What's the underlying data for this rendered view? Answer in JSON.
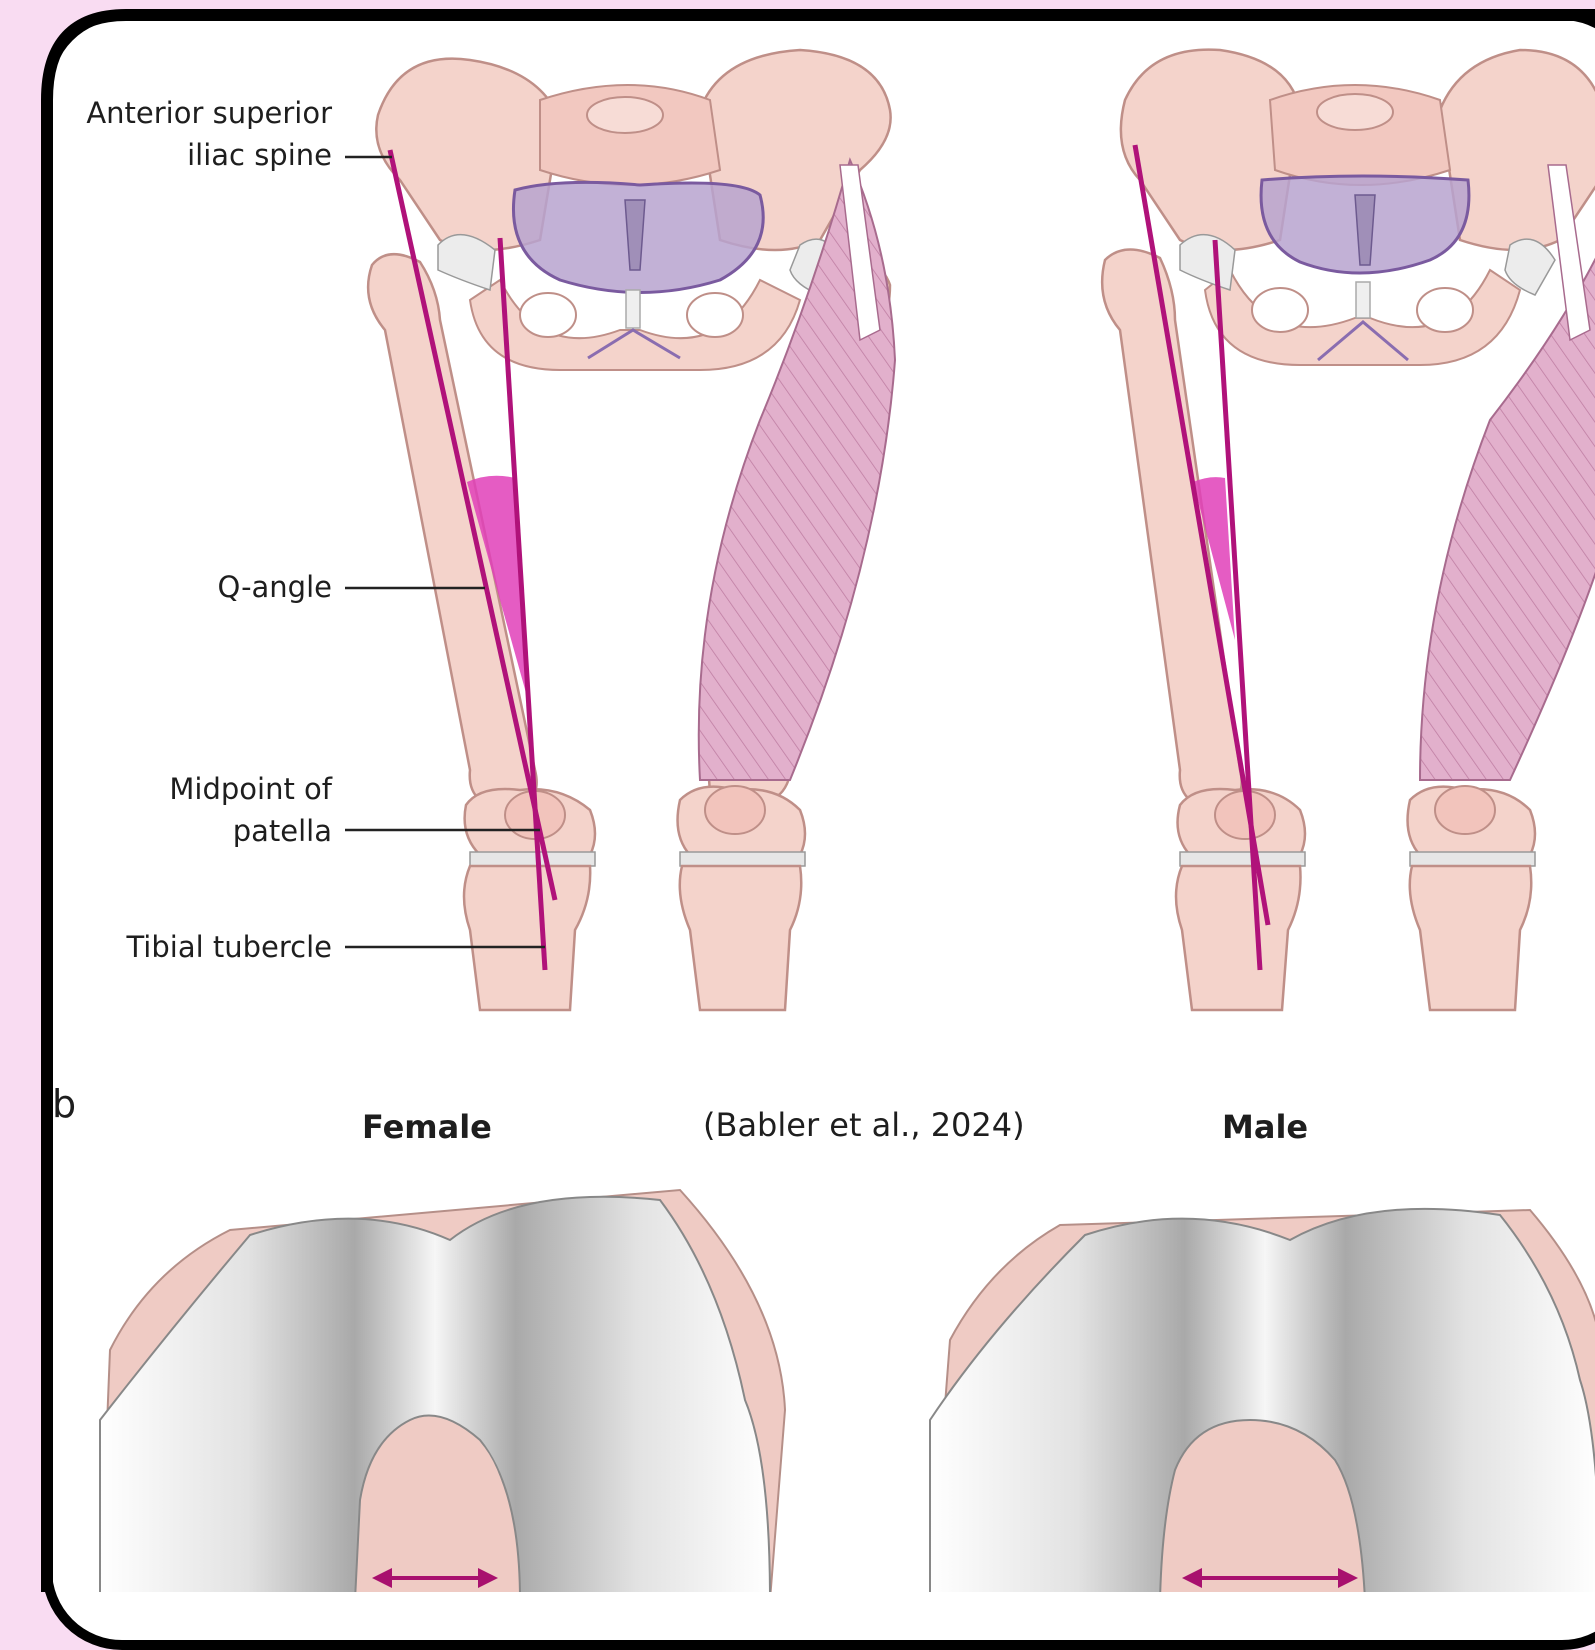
{
  "labels": {
    "asis_line1": "Anterior superior",
    "asis_line2": "iliac spine",
    "q_angle": "Q-angle",
    "patella_line1": "Midpoint of",
    "patella_line2": "patella",
    "tibial_tubercle": "Tibial tubercle"
  },
  "panel_b": {
    "panel_letter": "b",
    "female_heading": "Female",
    "male_heading": "Male",
    "citation": "(Babler et al., 2024)"
  },
  "colors": {
    "background": "#f9dcf2",
    "bone": "#f4d3cb",
    "bone_outline": "#bf8f88",
    "q_angle_line": "#b0127a",
    "q_angle_fill": "#e040b8",
    "pelvic_inlet": "#b7a3cf",
    "muscle": "#dca6c4",
    "cartilage": "#e8e8e8",
    "frame_border": "#000000"
  }
}
